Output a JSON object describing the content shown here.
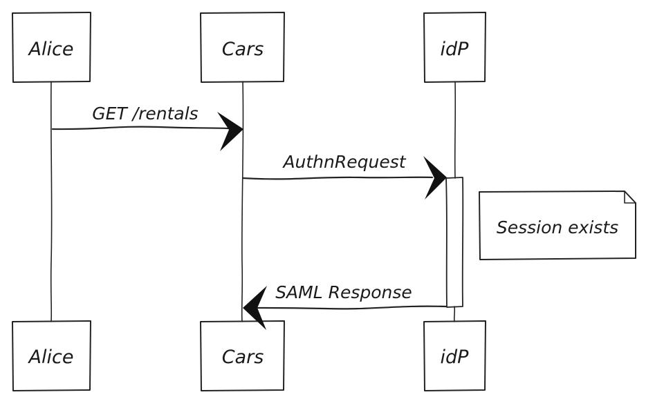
{
  "participants": [
    {
      "id": "alice",
      "label": "Alice"
    },
    {
      "id": "cars",
      "label": "Cars"
    },
    {
      "id": "idp",
      "label": "idP"
    }
  ],
  "messages": [
    {
      "from": "alice",
      "to": "cars",
      "label": "GET /rentals"
    },
    {
      "from": "cars",
      "to": "idp",
      "label": "AuthnRequest"
    },
    {
      "from": "idp",
      "to": "cars",
      "label": "SAML Response"
    }
  ],
  "note": {
    "over": "idp",
    "text": "Session exists"
  }
}
